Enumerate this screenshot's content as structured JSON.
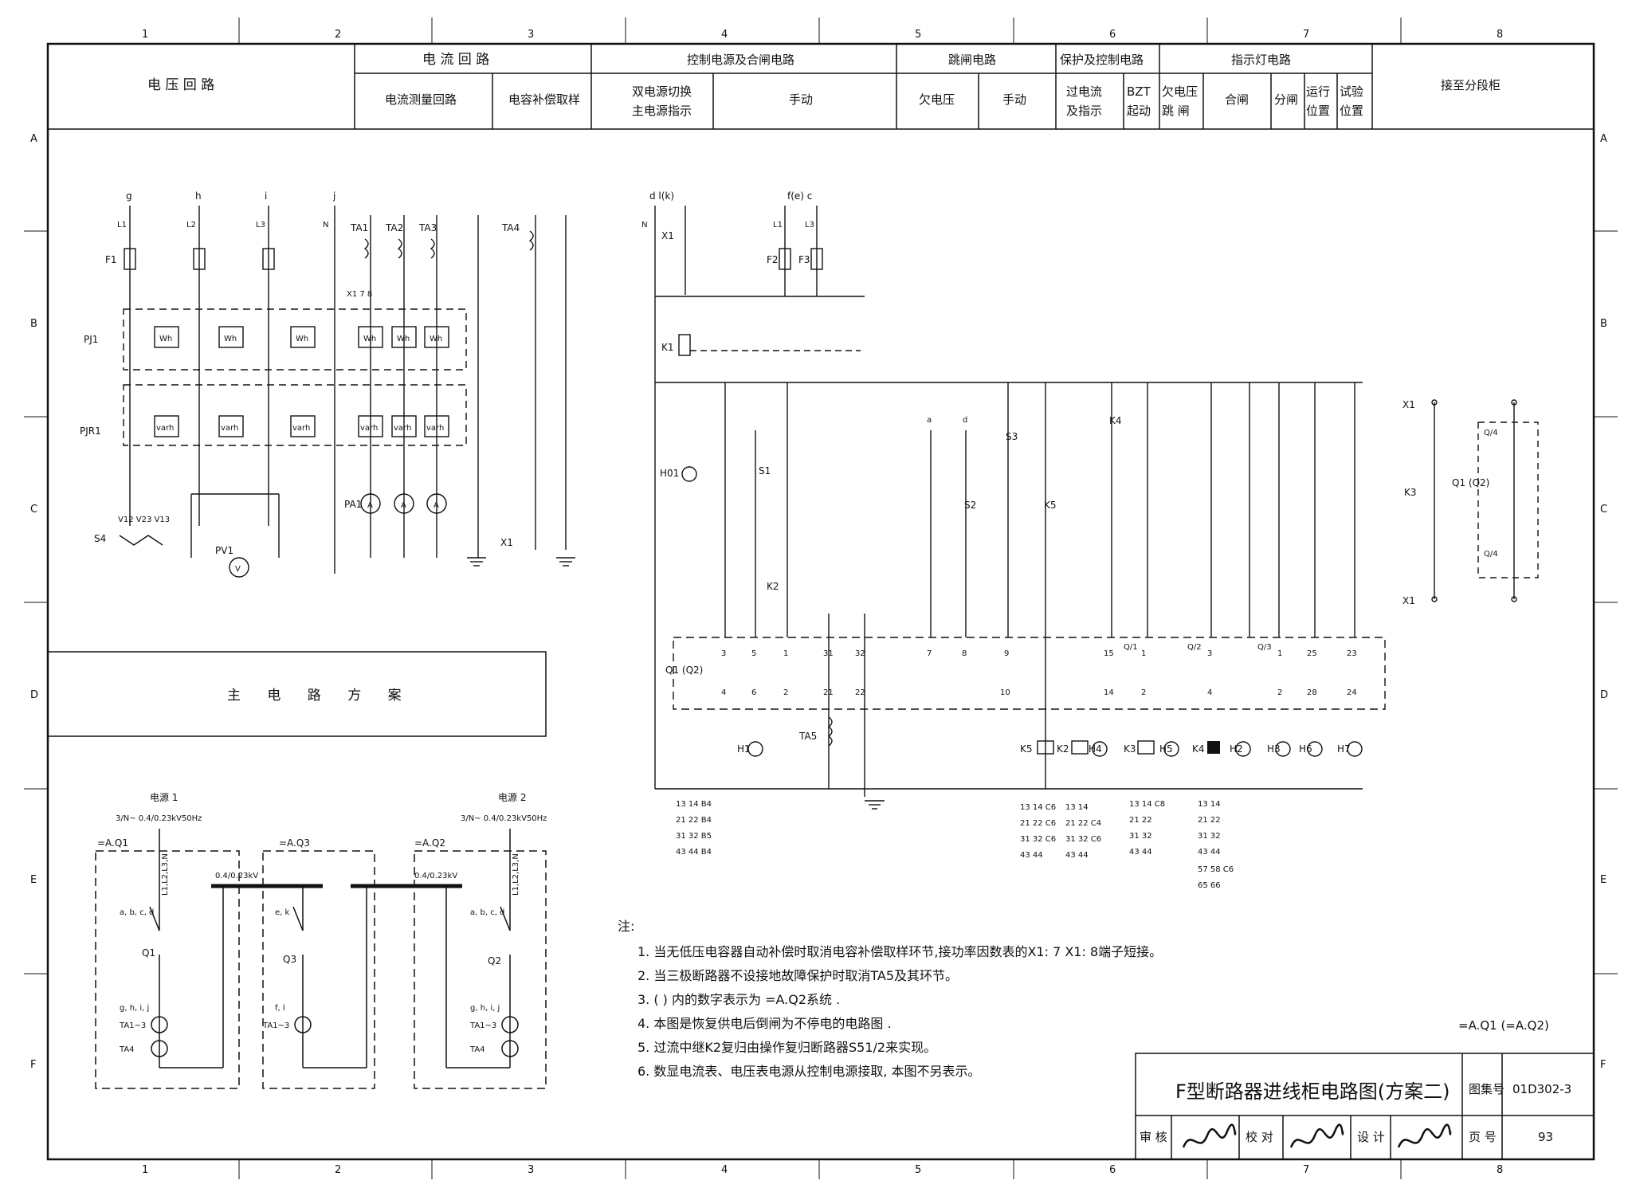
{
  "grid": {
    "columns": [
      "1",
      "2",
      "3",
      "4",
      "5",
      "6",
      "7",
      "8"
    ],
    "rows": [
      "A",
      "B",
      "C",
      "D",
      "E",
      "F"
    ]
  },
  "header": {
    "voltage_loop": "电 压 回 路",
    "current_loop": "电  流  回  路",
    "current_measure": "电流测量回路",
    "capacitor_sampling": "电容补偿取样",
    "control_power": "控制电源及合闸电路",
    "dual_switch_1": "双电源切换",
    "dual_switch_2": "主电源指示",
    "manual_1": "手动",
    "trip_circuit": "跳闸电路",
    "undervoltage": "欠电压",
    "manual_2": "手动",
    "protect_control": "保护及控制电路",
    "overcurrent_1": "过电流",
    "overcurrent_2": "及指示",
    "bzt_1": "BZT",
    "bzt_2": "起动",
    "uv_trip_1": "欠电压",
    "uv_trip_2": "跳 闸",
    "indicator": "指示灯电路",
    "close": "合闸",
    "open": "分闸",
    "run_pos_1": "运行",
    "run_pos_2": "位置",
    "test_pos_1": "试验",
    "test_pos_2": "位置",
    "to_section": "接至分段柜"
  },
  "main_circuit": {
    "title": "主 电 路 方 案",
    "source1": "电源 1",
    "source2": "电源 2",
    "spec": "3/N~ 0.4/0.23kV50Hz",
    "bus1": "0.4/0.23kV",
    "bus2": "0.4/0.23kV",
    "aq1": "=A.Q1",
    "aq3": "=A.Q3",
    "aq2": "=A.Q2",
    "phases": "L1,L2,L3,N",
    "abcd": "a, b, c, d",
    "ek": "e, k",
    "ghij": "g, h, i, j",
    "fl": "f, l",
    "q1": "Q1",
    "q3": "Q3",
    "q2": "Q2",
    "ta13": "TA1~3",
    "ta4": "TA4"
  },
  "voltage_circuit": {
    "top_letters": [
      "g",
      "h",
      "i",
      "j"
    ],
    "phases": [
      "L1",
      "L2",
      "L3",
      "N"
    ],
    "fuse": "F1",
    "pj1": "PJ1",
    "pjr1": "PJR1",
    "wh": "Wh",
    "varh": "varh",
    "pv1": "PV1",
    "v": "V",
    "s4": "S4",
    "s4_pos": "V12 V23 V13",
    "ta": [
      "TA1",
      "TA2",
      "TA3"
    ],
    "ta4": "TA4",
    "pa1": "PA1",
    "a": "A",
    "x1": "X1",
    "x1_78": "X1 7 8"
  },
  "control_circuit": {
    "top_letters_left": "d  l(k)",
    "top_letters_right": "f(e)  c",
    "n": "N",
    "l1": "L1",
    "l3": "L3",
    "x1": "X1",
    "f2": "F2",
    "f3": "F3",
    "k1": "K1",
    "h01": "H01",
    "s1": "S1",
    "k2": "K2",
    "s3": "S3",
    "s2": "S2",
    "k5": "K5",
    "k4": "K4",
    "q1q2": "Q1\n(Q2)",
    "ta5": "TA5",
    "lamps": [
      "H1",
      "H4",
      "H5",
      "H2",
      "H3",
      "H6",
      "H7"
    ],
    "coils": [
      "K5",
      "K2",
      "K3",
      "K4"
    ],
    "top_terms": [
      "3",
      "5",
      "1",
      "31",
      "32",
      "7",
      "8",
      "9",
      "15",
      "1",
      "3",
      "1",
      "25",
      "23"
    ],
    "bot_terms": [
      "4",
      "6",
      "2",
      "21",
      "22",
      "10",
      "14",
      "2",
      "4",
      "2",
      "28",
      "24"
    ],
    "q_labels": [
      "Q/1",
      "Q/2",
      "Q/3"
    ],
    "ad_labels": [
      "a",
      "d"
    ]
  },
  "contact_tables": [
    [
      "13 14 B4",
      "21 22 B4",
      "31 32 B5",
      "43 44 B4"
    ],
    [
      "13 14 C6",
      "21 22 C6",
      "31 32 C6",
      "43 44"
    ],
    [
      "13 14",
      "21 22 C4",
      "31 32 C6",
      "43 44"
    ],
    [
      "13 14 C8",
      "21 22",
      "31 32",
      "43 44"
    ],
    [
      "13 14",
      "21 22",
      "31 32",
      "43 44",
      "57 58 C6",
      "65 66"
    ]
  ],
  "k3_circuit": {
    "x1": "X1",
    "k3": "K3",
    "q1": "Q1\n(Q2)",
    "q4": "Q/4"
  },
  "notes": {
    "head": "注:",
    "items": [
      "1. 当无低压电容器自动补偿时取消电容补偿取样环节,接功率因数表的X1: 7  X1: 8端子短接。",
      "2. 当三极断路器不设接地故障保护时取消TA5及其环节。",
      "3. (    ) 内的数字表示为  =A.Q2系统  .",
      "4. 本图是恢复供电后倒闸为不停电的电路图  .",
      "5. 过流中继K2复归由操作复归断路器S51/2来实现。",
      "6. 数显电流表、电压表电源从控制电源接取, 本图不另表示。"
    ]
  },
  "ref_label": "=A.Q1 (=A.Q2)",
  "title_block": {
    "title": "F型断路器进线柜电路图(方案二)",
    "atlas_label": "图集号",
    "atlas_no": "01D302-3",
    "review": "审 核",
    "check": "校 对",
    "design": "设 计",
    "page_label": "页 号",
    "page_no": "93"
  }
}
